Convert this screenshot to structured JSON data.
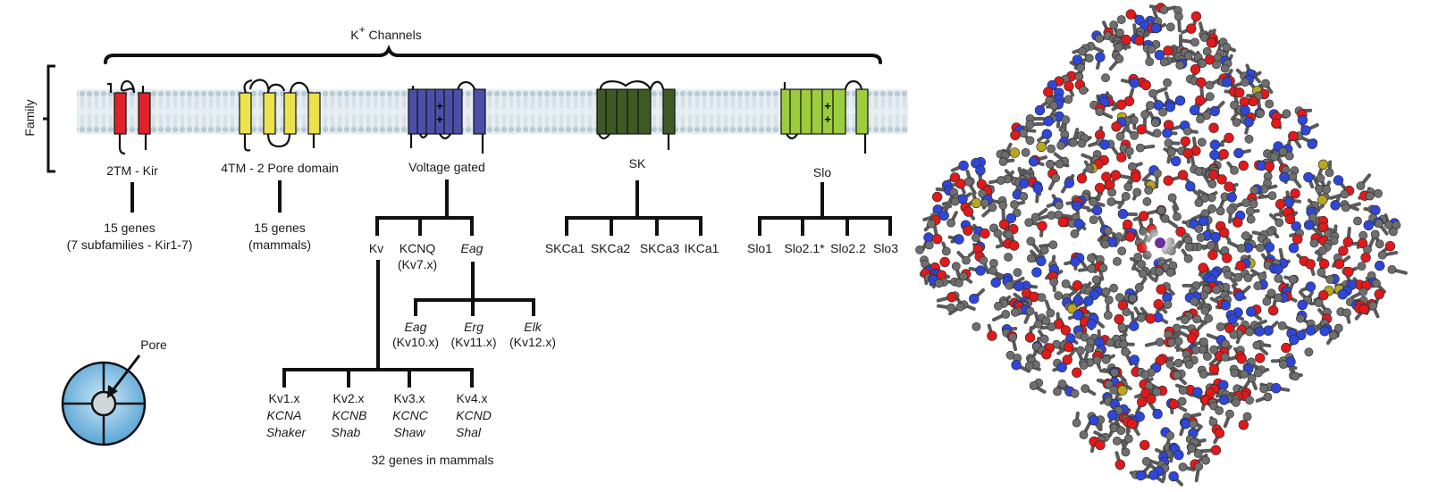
{
  "header": {
    "title_base": "K",
    "title_sup": "+",
    "title_rest": " Channels",
    "axis_label": "Family"
  },
  "families": {
    "kir": {
      "name": "2TM - Kir",
      "genes_line1": "15 genes",
      "genes_line2": "(7 subfamilies - Kir1-7)",
      "color": "#e0222b"
    },
    "k2p": {
      "name": "4TM - 2 Pore domain",
      "genes_line1": "15 genes",
      "genes_line2": "(mammals)",
      "color": "#e8e04a"
    },
    "kv": {
      "name": "Voltage gated",
      "color": "#4a4fa8"
    },
    "sk": {
      "name": "SK",
      "color": "#3d5a24"
    },
    "slo": {
      "name": "Slo",
      "color": "#9ccd3f"
    }
  },
  "voltage_gated": {
    "sub": [
      "Kv",
      "KCNQ",
      "Eag"
    ],
    "kcnq_sub": "(Kv7.x)",
    "eag_children": [
      {
        "name": "Eag",
        "code": "(Kv10.x)"
      },
      {
        "name": "Erg",
        "code": "(Kv11.x)"
      },
      {
        "name": "Elk",
        "code": "(Kv12.x)"
      }
    ],
    "kv_children": [
      {
        "name": "Kv1.x",
        "gene": "KCNA",
        "fly": "Shaker"
      },
      {
        "name": "Kv2.x",
        "gene": "KCNB",
        "fly": "Shab"
      },
      {
        "name": "Kv3.x",
        "gene": "KCNC",
        "fly": "Shaw"
      },
      {
        "name": "Kv4.x",
        "gene": "KCND",
        "fly": "Shal"
      }
    ],
    "kv_note": "32 genes in mammals"
  },
  "sk_children": [
    "SKCa1",
    "SKCa2",
    "SKCa3",
    "IKCa1"
  ],
  "slo_children": [
    "Slo1",
    "Slo2.1*",
    "Slo2.2",
    "Slo3"
  ],
  "pore_label": "Pore",
  "molecule": {
    "colors": {
      "carbon": "#6e6e6e",
      "oxygen": "#e01a1a",
      "nitrogen": "#2f47d8",
      "sulfur": "#b8a820",
      "ion": "#6b2fa0"
    }
  }
}
